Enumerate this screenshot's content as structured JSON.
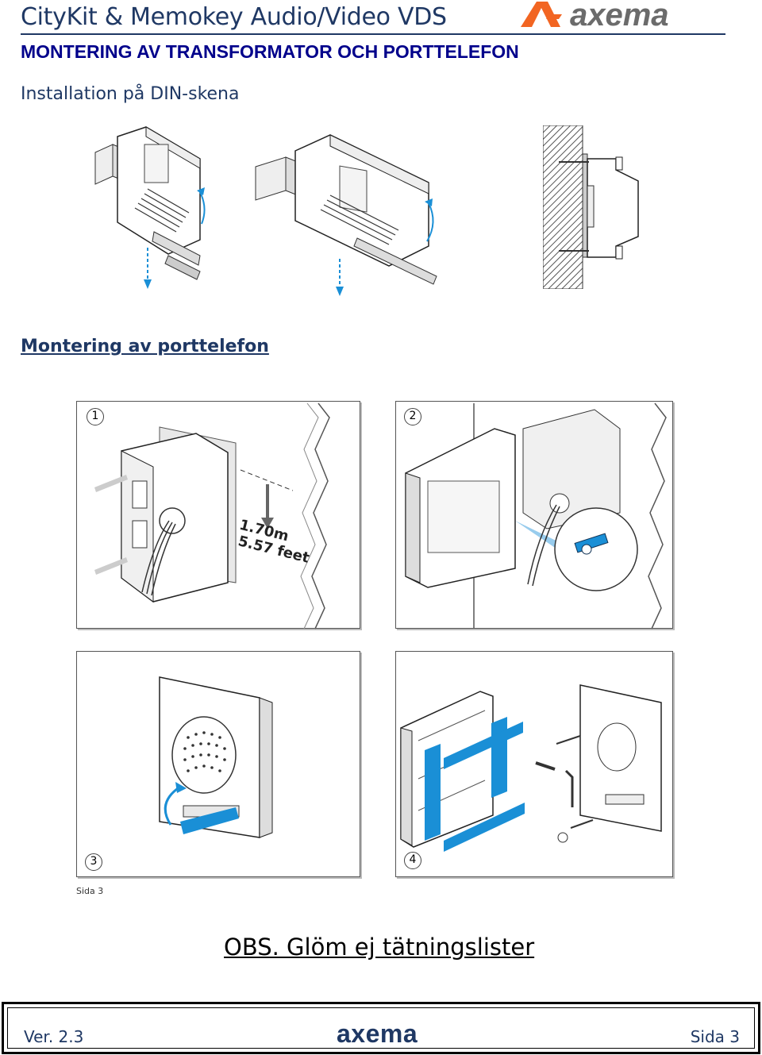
{
  "header": {
    "doc_title": "CityKit & Memokey Audio/Video VDS",
    "logo_text": "axema",
    "section_title": "MONTERING AV TRANSFORMATOR OCH PORTTELEFON"
  },
  "din_section": {
    "subtitle": "Installation på DIN-skena"
  },
  "mount_section": {
    "heading": "Montering av porttelefon",
    "panels": [
      {
        "number": "1",
        "height_m": "1.70m",
        "height_ft": "5.57 feet"
      },
      {
        "number": "2"
      },
      {
        "number": "3"
      },
      {
        "number": "4"
      }
    ],
    "page_small": "Sida 3"
  },
  "note": "OBS. Glöm ej tätningslister",
  "footer": {
    "version": "Ver. 2.3",
    "logo": "axema",
    "page": "Sida 3"
  },
  "colors": {
    "brand_navy": "#1f3864",
    "accent_orange": "#f26522",
    "part_blue": "#1a8fd6"
  }
}
